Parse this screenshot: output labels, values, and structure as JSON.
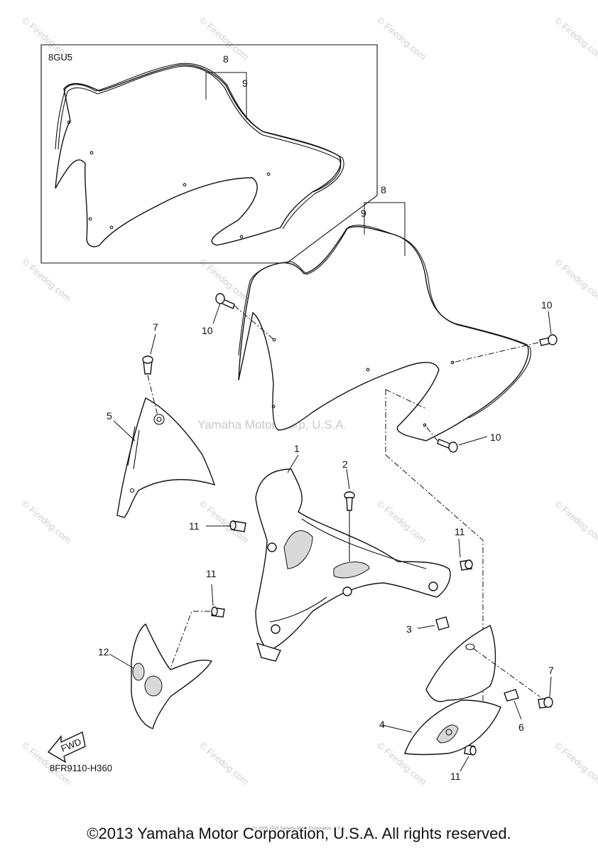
{
  "inset": {
    "label": "8GU5"
  },
  "callouts": {
    "c1": "1",
    "c2": "2",
    "c3": "3",
    "c4": "4",
    "c5": "5",
    "c6": "6",
    "c7a": "7",
    "c7b": "7",
    "c8a": "8",
    "c8b": "8",
    "c9a": "9",
    "c9b": "9",
    "c10a": "10",
    "c10b": "10",
    "c10c": "10",
    "c11a": "11",
    "c11b": "11",
    "c11c": "11",
    "c11d": "11",
    "c12": "12"
  },
  "fwd_label": "FWD",
  "diagram_code": "8FR9110-H360",
  "watermarks": {
    "firedog_vertical": "© Firedog.com",
    "firedog": "© Firedog.com",
    "yamaha": "Yamaha Motor Corp, U.S.A."
  },
  "footer": {
    "copyright": "©2013 Yamaha Motor Corporation, U.S.A. All rights reserved.",
    "small": "(c) 2005-2015 Yamaha Motor Corporation, U.S.A."
  }
}
